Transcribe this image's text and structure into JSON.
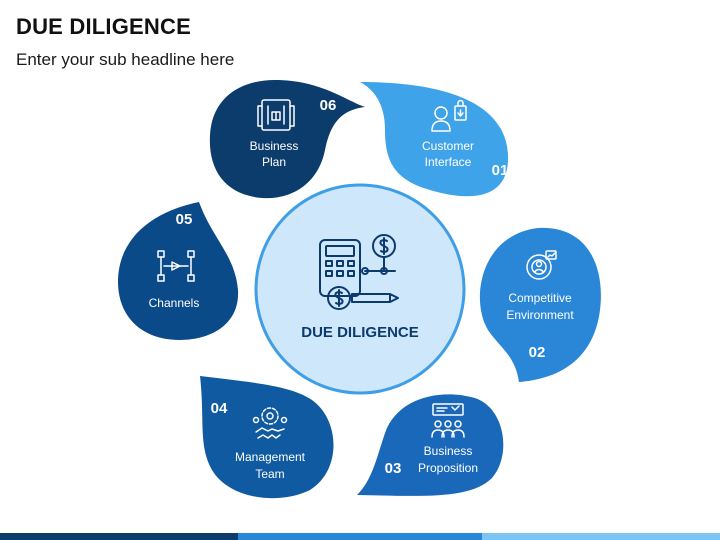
{
  "header": {
    "title": "DUE DILIGENCE",
    "subtitle": "Enter your sub headline here"
  },
  "center": {
    "label": "DUE DILIGENCE",
    "icon": "calculator-dollar-pencil-icon"
  },
  "items": [
    {
      "number": "01",
      "line1": "Customer",
      "line2": "Interface",
      "icon": "customer-shopping-icon",
      "color": "#3fa3ea"
    },
    {
      "number": "02",
      "line1": "Competitive",
      "line2": "Environment",
      "icon": "competitor-target-icon",
      "color": "#2a86d6"
    },
    {
      "number": "03",
      "line1": "Business",
      "line2": "Proposition",
      "icon": "team-presentation-icon",
      "color": "#1a68b9"
    },
    {
      "number": "04",
      "line1": "Management",
      "line2": "Team",
      "icon": "handshake-gear-icon",
      "color": "#0f5aa0"
    },
    {
      "number": "05",
      "line1": "Channels",
      "line2": "",
      "icon": "channels-network-icon",
      "color": "#0b4a89"
    },
    {
      "number": "06",
      "line1": "Business",
      "line2": "Plan",
      "icon": "business-plan-icon",
      "color": "#0b3c6b"
    }
  ],
  "colors": {
    "center_fill": "#cfe7fb",
    "center_stroke": "#3e9ee6",
    "center_text": "#0b3a6e",
    "bottom_bar": [
      "#0b3c6b",
      "#2a86d6",
      "#7cc4f4"
    ]
  }
}
